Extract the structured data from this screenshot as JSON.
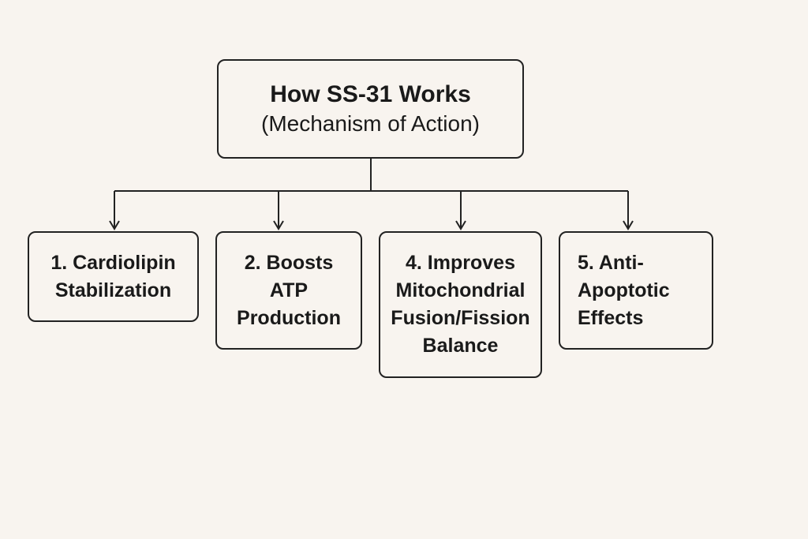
{
  "root": {
    "title": "How SS-31 Works",
    "subtitle": "(Mechanism of Action)"
  },
  "nodes": [
    {
      "lines": [
        "1. Cardiolipin",
        "Stabilization"
      ]
    },
    {
      "lines": [
        "2. Boosts",
        "ATP",
        "Production"
      ]
    },
    {
      "lines": [
        "4. Improves",
        "Mitochondrial",
        "Fusion/Fission",
        "Balance"
      ]
    },
    {
      "lines": [
        "5. Anti-",
        "Apoptotic",
        "Effects"
      ]
    }
  ]
}
